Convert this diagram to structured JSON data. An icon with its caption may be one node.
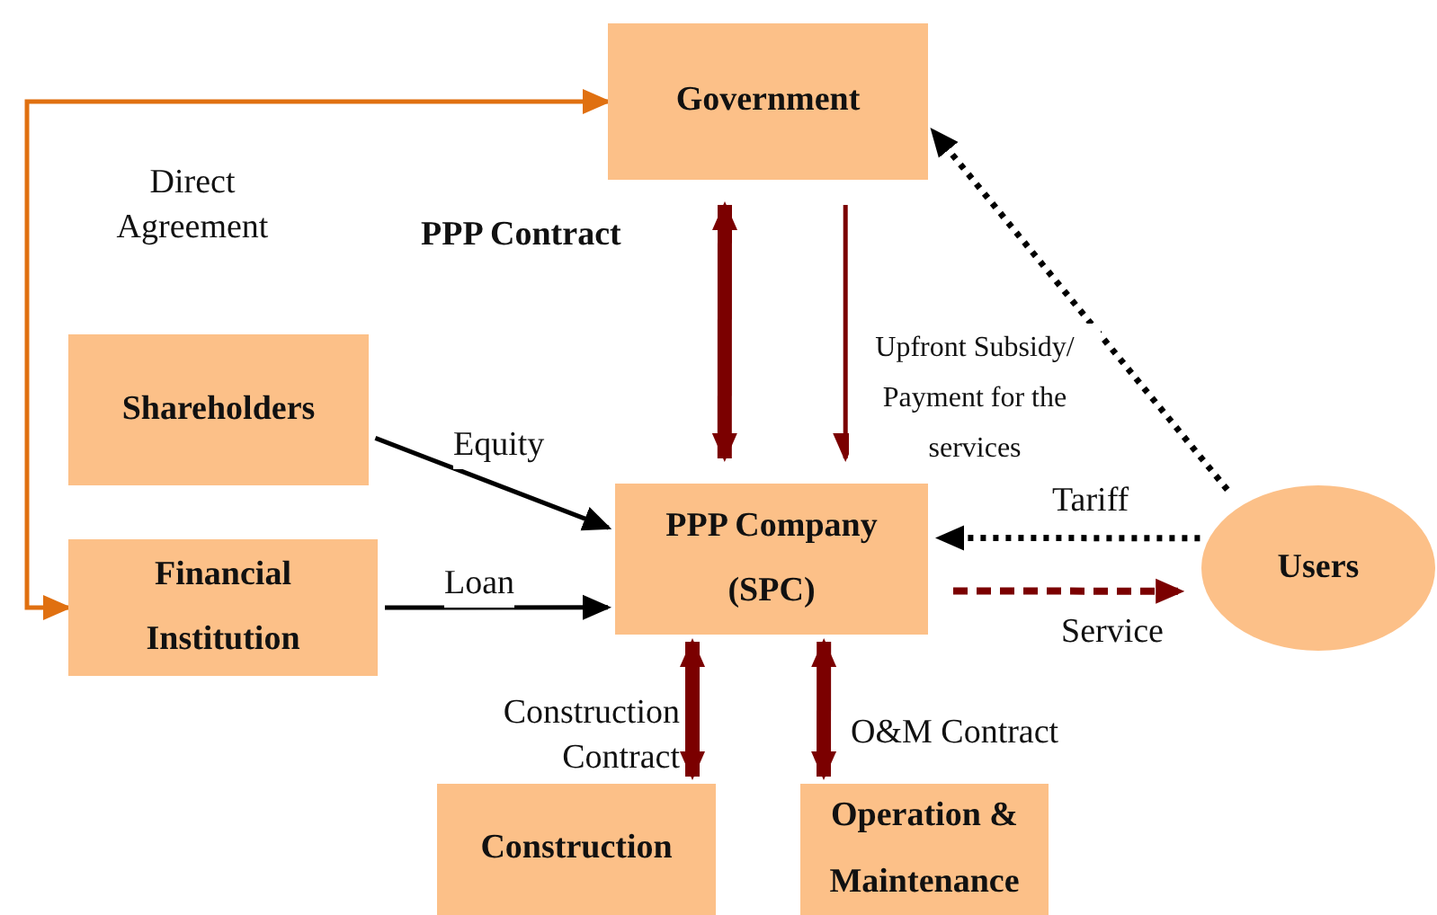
{
  "diagram": {
    "nodes": [
      {
        "text": [
          "Government"
        ]
      },
      {
        "text": [
          "Shareholders"
        ]
      },
      {
        "text": [
          "Financial Institution"
        ]
      },
      {
        "text": [
          "PPP Company (SPC)"
        ]
      },
      {
        "text": [
          "Users"
        ]
      },
      {
        "text": [
          "Construction"
        ]
      },
      {
        "text": [
          "Operation & Maintenance"
        ]
      }
    ],
    "edges": [
      {
        "from": 2,
        "to": 0,
        "arrow": "both",
        "label": "Direct Agreement",
        "color": "#e07010"
      },
      {
        "from": 0,
        "to": 3,
        "arrow": "both",
        "label": "PPP Contract",
        "style": "thick"
      },
      {
        "from": 0,
        "to": 3,
        "arrow": "to",
        "label": "Upfront Subsidy/ Payment for the services"
      },
      {
        "from": 1,
        "to": 3,
        "arrow": "to",
        "label": "Equity",
        "color": "#000000"
      },
      {
        "from": 2,
        "to": 3,
        "arrow": "to",
        "label": "Loan",
        "color": "#000000"
      },
      {
        "from": 4,
        "to": 3,
        "arrow": "to",
        "label": "Tariff",
        "style": "dashed",
        "color": "#000000"
      },
      {
        "from": 4,
        "to": 0,
        "arrow": "to",
        "style": "dashed",
        "color": "#000000"
      },
      {
        "from": 3,
        "to": 4,
        "arrow": "to",
        "label": "Service",
        "style": "dashed"
      },
      {
        "from": 3,
        "to": 5,
        "arrow": "both",
        "label": "Construction Contract",
        "style": "thick"
      },
      {
        "from": 3,
        "to": 6,
        "arrow": "both",
        "label": "O&M Contract",
        "style": "thick"
      }
    ]
  }
}
